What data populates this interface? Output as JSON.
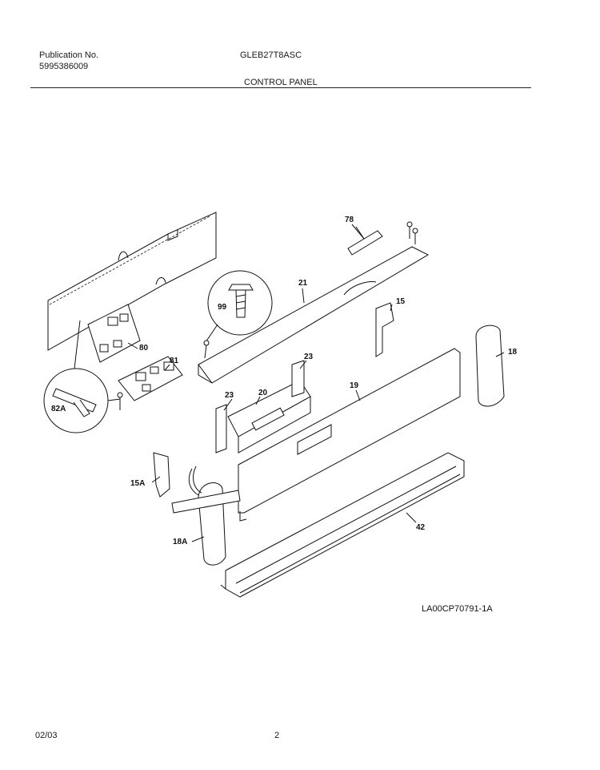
{
  "header": {
    "publication_label": "Publication No.",
    "publication_number": "5995386009",
    "model": "GLEB27T8ASC",
    "section_title": "CONTROL PANEL"
  },
  "diagram": {
    "part_labels": {
      "p78": "78",
      "p21": "21",
      "p99": "99",
      "p15": "15",
      "p80": "80",
      "p81": "81",
      "p23a": "23",
      "p23b": "23",
      "p20": "20",
      "p19": "19",
      "p18": "18",
      "p82a": "82A",
      "p15a": "15A",
      "p18a": "18A",
      "p42": "42"
    },
    "drawing_code": "LA00CP70791-1A"
  },
  "footer": {
    "date": "02/03",
    "page": "2"
  }
}
